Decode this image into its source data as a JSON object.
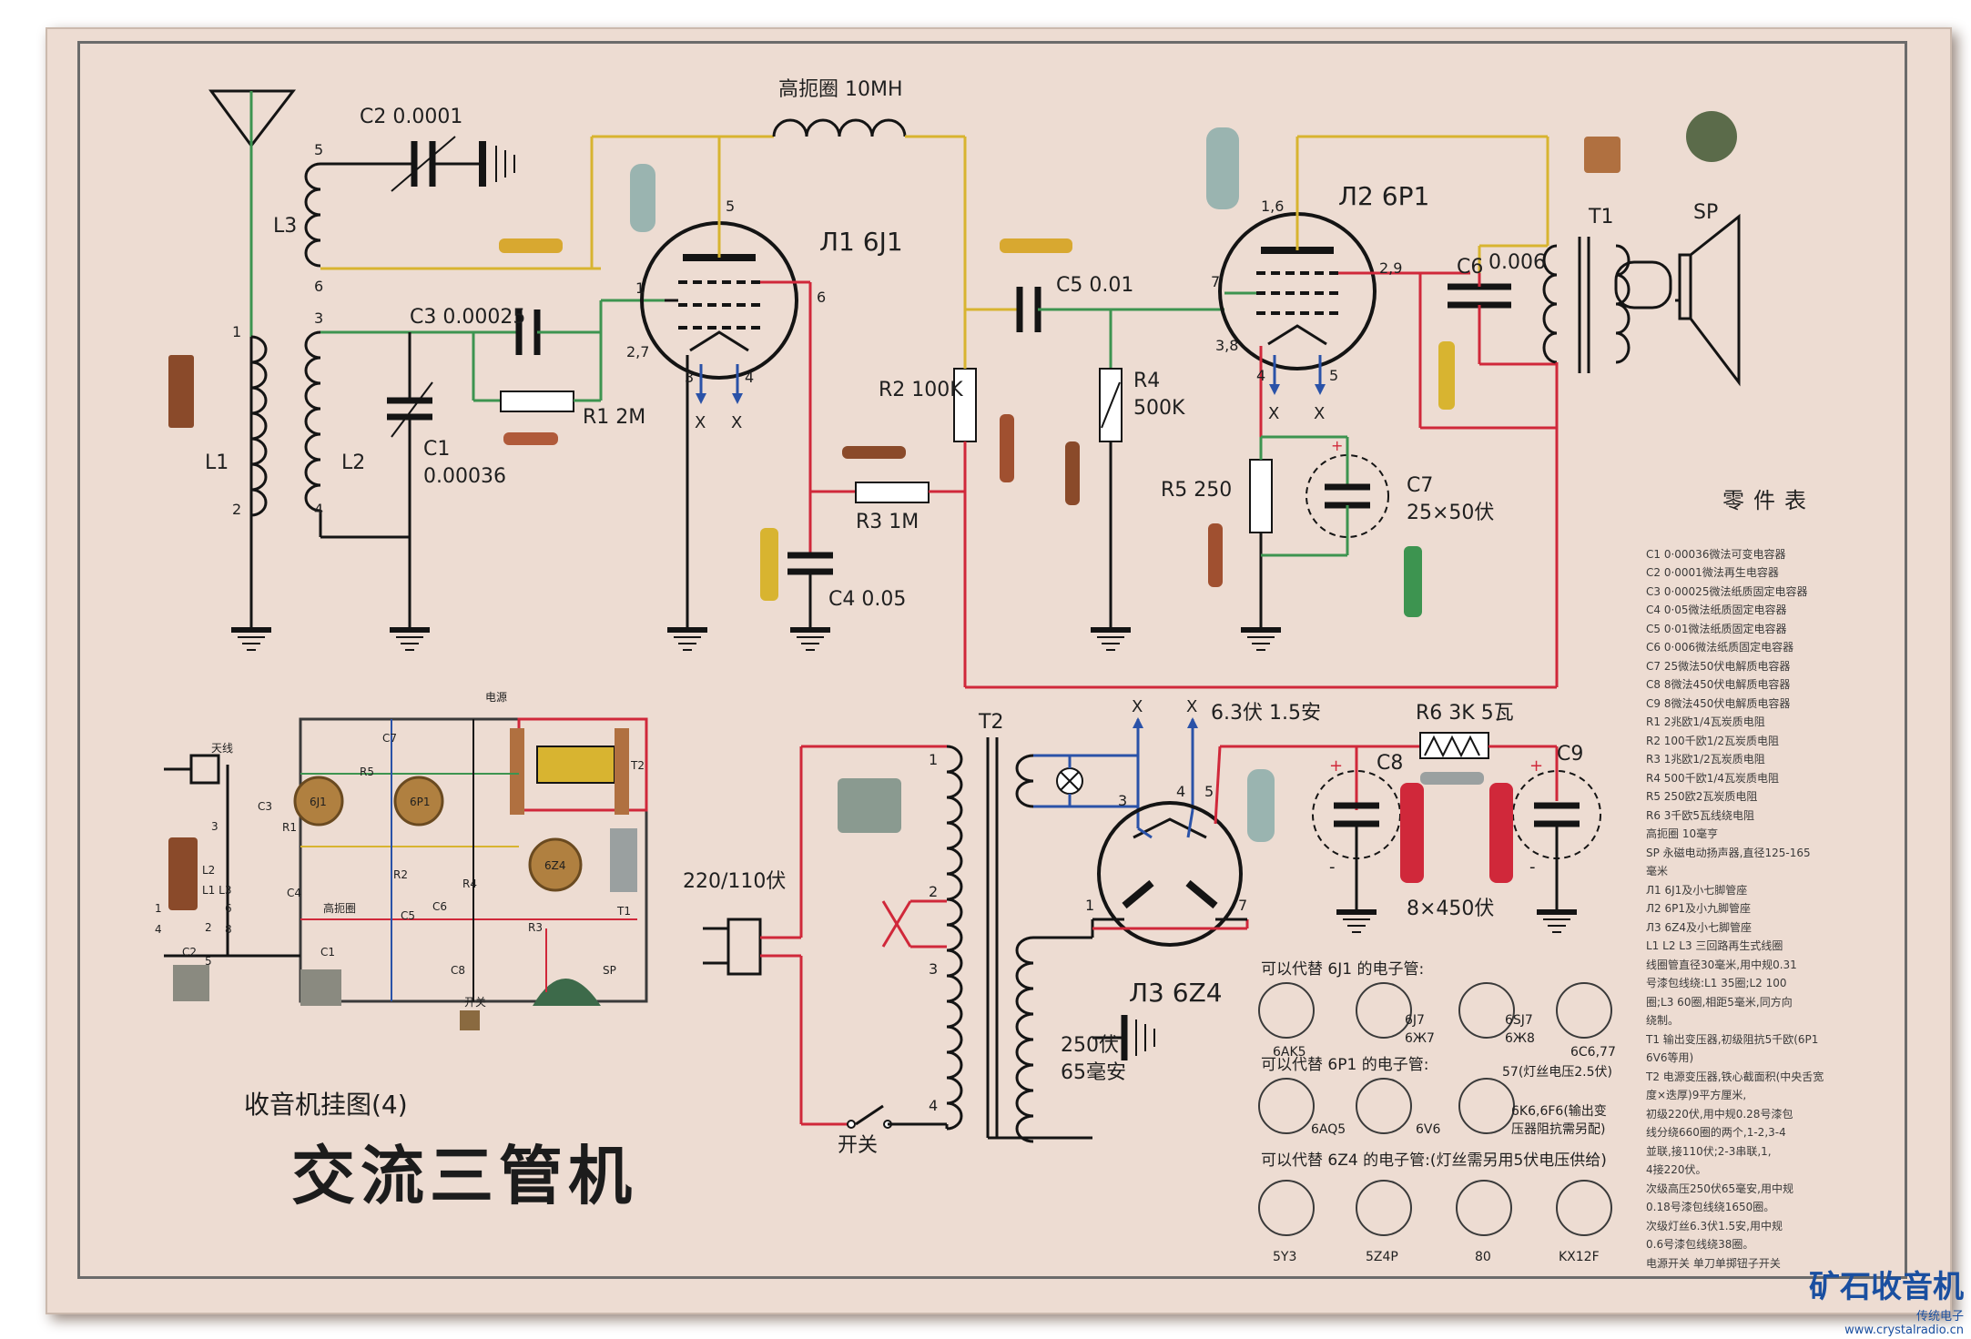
{
  "title": {
    "main": "交流三管机",
    "sub": "收音机挂图(4)"
  },
  "tubes": {
    "v1": {
      "name": "Л1 6J1",
      "pins_left": "1",
      "pins_cathode": "2,7",
      "pin_plate": "5",
      "pin_screen": "6",
      "pin_h1": "3",
      "pin_h2": "4"
    },
    "v2": {
      "name": "Л2 6P1",
      "pins_top": "1,6",
      "pin_grid": "7",
      "pins_plate": "2,9",
      "pins_cathode": "3,8",
      "pin_h1": "4",
      "pin_h2": "5"
    },
    "v3": {
      "name": "Л3 6Z4",
      "pin1": "1",
      "pin3": "3",
      "pin4": "4",
      "pin5": "5",
      "pin7": "7"
    }
  },
  "components": {
    "c2": "C2 0.0001",
    "c3": "C3 0.00025",
    "c1": "C1",
    "c1_val": "0.00036",
    "r1": "R1 2M",
    "choke": "高扼圈 10MH",
    "r2": "R2 100K",
    "r3": "R3 1M",
    "c4": "C4 0.05",
    "c5": "C5 0.01",
    "r4": "R4",
    "r4_val": "500K",
    "r5": "R5 250",
    "c7": "C7",
    "c7_val": "25×50伏",
    "c6": "C6",
    "c6_val": "0.006",
    "t1": "T1",
    "sp": "SP",
    "l1": "L1",
    "l2": "L2",
    "l3": "L3",
    "t2": "T2",
    "r6": "R6 3K 5瓦",
    "c8": "C8",
    "c9": "C9",
    "c89_val": "8×450伏",
    "mains": "220/110伏",
    "heater": "6.3伏 1.5安",
    "hv": "250伏",
    "hv2": "65毫安",
    "switch": "开关",
    "x": "X"
  },
  "coil_pins": {
    "p1": "1",
    "p2": "2",
    "p3": "3",
    "p4": "4",
    "p5": "5",
    "p6": "6"
  },
  "transformer_pins": {
    "p1": "1",
    "p2": "2",
    "p3": "3",
    "p4": "4"
  },
  "substitutes": {
    "h6j1": "可以代替 6J1 的电子管:",
    "t6j1": [
      "6AK5",
      "6J7",
      "6Ж7",
      "6SJ7",
      "6Ж8",
      "6C6,77"
    ],
    "h6p1": "可以代替 6P1 的电子管:",
    "note6p1": "57(灯丝电压2.5伏)",
    "t6p1": [
      "6AQ5",
      "6V6",
      "6K6,6F6(输出变",
      "压器阻抗需另配)"
    ],
    "h6z4": "可以代替 6Z4 的电子管:(灯丝需另用5伏电压供给)",
    "t6z4": [
      "5Y3",
      "5Z4P",
      "80",
      "KX12F"
    ]
  },
  "wiring": {
    "antenna": "天线",
    "power": "电源",
    "c2": "C2",
    "c1": "C1",
    "r1": "R1",
    "r2": "R2",
    "r3": "R3",
    "r4": "R4",
    "r5": "R5",
    "c3": "C3",
    "c4": "C4",
    "c5": "C5",
    "c6": "C6",
    "c7": "C7",
    "c8": "C8",
    "l2": "L2",
    "l1l3": "L1 L3",
    "choke": "高扼圈",
    "t1": "T1",
    "t2": "T2",
    "sp": "SP",
    "switch": "开关",
    "tube1": "6J1",
    "tube2": "6P1",
    "tube3": "6Z4",
    "n3": "3",
    "n1": "1",
    "n4": "4",
    "n5": "5",
    "n6": "6",
    "n8": "8",
    "n2": "2"
  },
  "parts_list": {
    "heading": "零件表",
    "rows": [
      "C1 0·00036微法可变电容器",
      "C2 0·0001微法再生电容器",
      "C3 0·00025微法纸质固定电容器",
      "C4 0·05微法纸质固定电容器",
      "C5 0·01微法纸质固定电容器",
      "C6 0·006微法纸质固定电容器",
      "C7 25微法50伏电解质电容器",
      "C8 8微法450伏电解质电容器",
      "C9 8微法450伏电解质电容器",
      "R1 2兆欧1/4瓦炭质电阻",
      "R2 100千欧1/2瓦炭质电阻",
      "R3 1兆欧1/2瓦炭质电阻",
      "R4 500千欧1/4瓦炭质电阻",
      "R5 250欧2瓦炭质电阻",
      "R6 3千欧5瓦线绕电阻",
      "高扼圈  10毫亨",
      "SP 永磁电动扬声器,直径125-165",
      "    毫米",
      "Л1 6J1及小七脚管座",
      "Л2 6P1及小九脚管座",
      "Л3 6Z4及小七脚管座",
      "L1 L2 L3 三回路再生式线圈",
      "    线圈管直径30毫米,用中规0.31",
      "    号漆包线绕:L1 35圈;L2 100",
      "    圈;L3 60圈,相距5毫米,同方向",
      "    绕制。",
      "T1 输出变压器,初级阻抗5千欧(6P1",
      "    6V6等用)",
      "T2 电源变压器,铁心截面积(中央舌宽",
      "    度×迭厚)9平方厘米,",
      "    初级220伏,用中规0.28号漆包",
      "    线分绕660圈的两个,1-2,3-4",
      "    並联,接110伏;2-3串联,1,",
      "    4接220伏。",
      "    次级高压250伏65毫安,用中规",
      "    0.18号漆包线绕1650圈。",
      "    次级灯丝6.3伏1.5安,用中规",
      "    0.6号漆包线绕38圈。",
      "电源开关  单刀单掷钮子开关"
    ]
  },
  "watermark": {
    "site": "矿石收音机",
    "url": "www.crystalradio.cn",
    "tag": "传统电子"
  },
  "colors": {
    "yellow": "#d8b430",
    "green": "#3d9450",
    "red": "#d0283a",
    "blue": "#2a52a8",
    "black": "#141414",
    "paper": "#eddcd2"
  }
}
